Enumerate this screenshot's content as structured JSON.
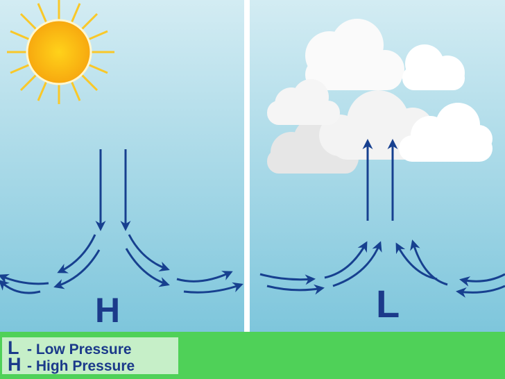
{
  "panels": {
    "left": {
      "label": "H"
    },
    "right": {
      "label": "L"
    }
  },
  "legend": [
    {
      "symbol": "L",
      "text": "- Low Pressure"
    },
    {
      "symbol": "H",
      "text": "- High Pressure"
    }
  ],
  "colors": {
    "arrow": "#17408f",
    "label": "#1b3a8a",
    "ground": "#4fd158",
    "sky_top": "#d3ecf3",
    "sky_bottom": "#7ec6dc",
    "sun": "#fbb714"
  }
}
